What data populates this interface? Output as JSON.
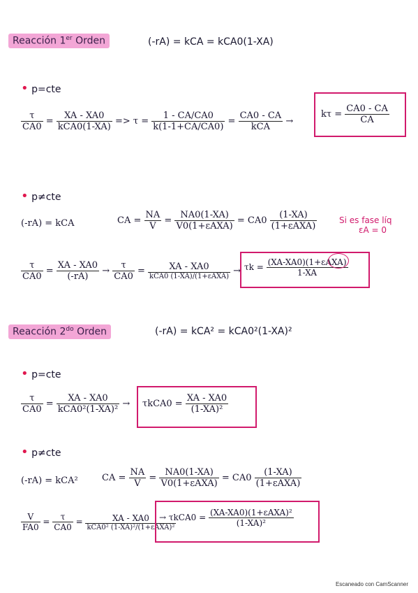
{
  "section1": {
    "title_prefix": "Reacción",
    "title_order": "1",
    "title_sup": "er",
    "title_suffix": "Orden",
    "rate_law": "(-rA) = kCA = kCA0(1-XA)",
    "p_const": {
      "label": "p=cte",
      "lhs_num": "τ",
      "lhs_den": "CA0",
      "step1_num": "XA - XA0",
      "step1_den": "kCA0(1-XA)",
      "arrow": "=>",
      "step2_lhs": "τ =",
      "step2_num": "1 - CA/CA0",
      "step2_den": "k(1-1+CA/CA0)",
      "step3_num": "CA0 - CA",
      "step3_den": "kCA",
      "boxed_lhs": "kτ =",
      "boxed_num": "CA0 - CA",
      "boxed_den": "CA"
    },
    "p_not_const": {
      "label": "p≠cte",
      "rate": "(-rA) = kCA",
      "conc_lhs": "CA =",
      "conc_num1": "NA",
      "conc_den1": "V",
      "conc_num2": "NA0(1-XA)",
      "conc_den2": "V0(1+εAXA)",
      "conc_eq3_pre": "= CA0",
      "conc_num3": "(1-XA)",
      "conc_den3": "(1+εAXA)",
      "note_line1": "Si es fase líq",
      "note_line2": "εA = 0",
      "lhs_num": "τ",
      "lhs_den": "CA0",
      "step1_num": "XA - XA0",
      "step1_den": "(-rA)",
      "step2_num": "XA - XA0",
      "step2_den": "kCA0 (1-XA)/(1+εAXA)",
      "boxed_lhs": "τk =",
      "boxed_num": "(XA-XA0)(1+εAXA)",
      "boxed_den": "1-XA"
    }
  },
  "section2": {
    "title_prefix": "Reacción",
    "title_order": "2",
    "title_sup": "do",
    "title_suffix": "Orden",
    "rate_law": "(-rA) = kCA² = kCA0²(1-XA)²",
    "p_const": {
      "label": "p=cte",
      "lhs_num": "τ",
      "lhs_den": "CA0",
      "step1_num": "XA - XA0",
      "step1_den": "kCA0²(1-XA)²",
      "boxed_lhs": "τkCA0 =",
      "boxed_num": "XA - XA0",
      "boxed_den": "(1-XA)²"
    },
    "p_not_const": {
      "label": "p≠cte",
      "rate": "(-rA) = kCA²",
      "conc_lhs": "CA =",
      "conc_num1": "NA",
      "conc_den1": "V",
      "conc_num2": "NA0(1-XA)",
      "conc_den2": "V0(1+εAXA)",
      "conc_eq3_pre": "= CA0",
      "conc_num3": "(1-XA)",
      "conc_den3": "(1+εAXA)",
      "lhs1_num": "V",
      "lhs1_den": "FA0",
      "lhs2_num": "τ",
      "lhs2_den": "CA0",
      "step1_num": "XA - XA0",
      "step1_den": "kCA0² (1-XA)²/(1+εAXA)²",
      "boxed_lhs": "→ τkCA0 =",
      "boxed_num": "(XA-XA0)(1+εAXA)²",
      "boxed_den": "(1-XA)²"
    }
  },
  "footer": "Escaneado con CamScanner"
}
